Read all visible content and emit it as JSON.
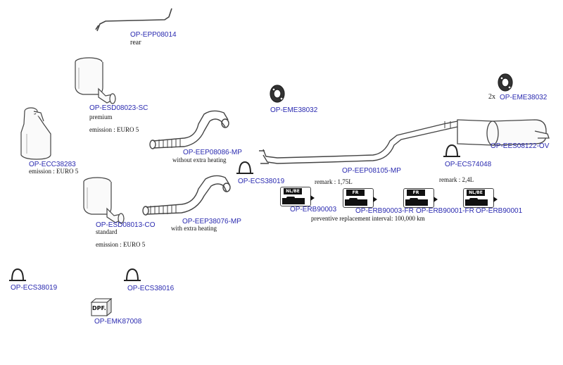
{
  "parts": {
    "epp08014": {
      "code": "OP-EPP08014",
      "note": "rear"
    },
    "esd08023": {
      "code": "OP-ESD08023-SC",
      "note": "premium",
      "emission": "emission : EURO 5"
    },
    "ecc38283": {
      "code": "OP-ECC38283",
      "emission": "emission : EURO 5"
    },
    "eep08086": {
      "code": "OP-EEP08086-MP",
      "note": "without extra heating"
    },
    "eme38032a": {
      "code": "OP-EME38032"
    },
    "eme38032b": {
      "code": "OP-EME38032",
      "qty": "2x"
    },
    "ees08122": {
      "code": "OP-EES08122-OV"
    },
    "ecs74048": {
      "code": "OP-ECS74048"
    },
    "eep08105": {
      "code": "OP-EEP08105-MP"
    },
    "ecs38019a": {
      "code": "OP-ECS38019"
    },
    "esd08013": {
      "code": "OP-ESD08013-CO",
      "note": "standard",
      "emission": "emission : EURO 5"
    },
    "eep38076": {
      "code": "OP-EEP38076-MP",
      "note": "with extra heating"
    },
    "erb90003": {
      "code": "OP-ERB90003",
      "tag": "NL/BE"
    },
    "erb90003fr": {
      "code": "OP-ERB90003-FR",
      "tag": "FR"
    },
    "erb90001fr": {
      "code": "OP-ERB90001-FR",
      "tag": "FR"
    },
    "erb90001": {
      "code": "OP-ERB90001",
      "tag": "NL/BE"
    },
    "ecs38019b": {
      "code": "OP-ECS38019"
    },
    "ecs38016": {
      "code": "OP-ECS38016"
    },
    "emk87008": {
      "code": "OP-EMK87008",
      "icon_text": "DPF."
    }
  },
  "remarks": {
    "r175": "remark : 1,75L",
    "r24": "remark : 2,4L",
    "interval": "preventive replacement interval: 100,000 km"
  },
  "colors": {
    "label": "#2a2ab0",
    "text": "#111111",
    "line": "#444444"
  }
}
